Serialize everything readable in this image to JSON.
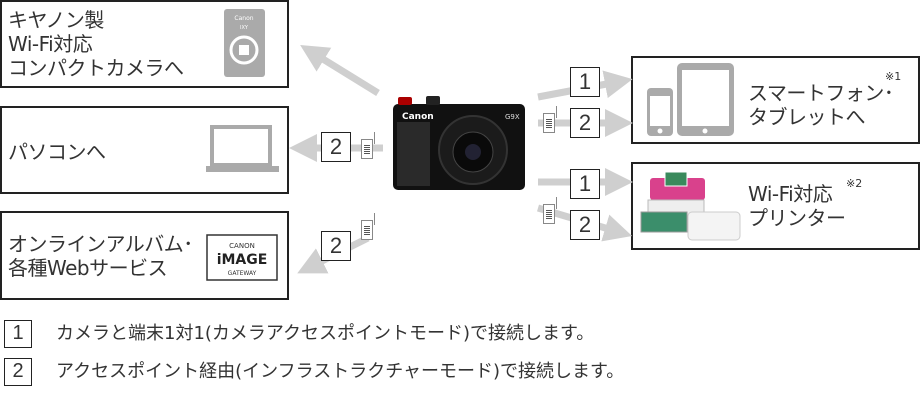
{
  "targets": {
    "compact_camera": "キヤノン製\nWi-Fi対応\nコンパクトカメラへ",
    "pc": "パソコンへ",
    "online": "オンラインアルバム･\n各種Webサービス",
    "smartphone": "スマートフォン･\nタブレットへ",
    "printer": "Wi-Fi対応\nプリンター"
  },
  "notes": {
    "smartphone": "※1",
    "printer": "※2"
  },
  "badges": {
    "one": "1",
    "two": "2"
  },
  "camera": {
    "brand": "Canon",
    "model": "G9X",
    "compact_brand": "Canon",
    "compact_model": "IXY"
  },
  "gateway_logo": {
    "line1": "CANON",
    "line2": "iMAGE",
    "line3": "GATEWAY"
  },
  "legend": [
    {
      "num": "1",
      "text": "カメラと端末1対1(カメラアクセスポイントモード)で接続します。"
    },
    {
      "num": "2",
      "text": "アクセスポイント経由(インフラストラクチャーモード)で接続します。"
    }
  ],
  "colors": {
    "arrow": "#cfcfcf",
    "icon": "#aaaaaa",
    "border": "#222222"
  }
}
